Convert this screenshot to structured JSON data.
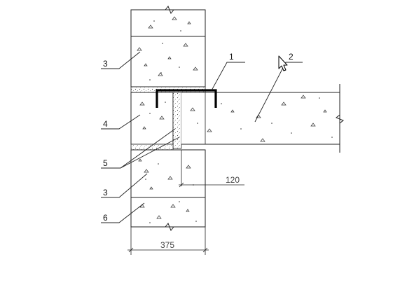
{
  "labels": {
    "l1": "1",
    "l2": "2",
    "l3_top": "3",
    "l4": "4",
    "l5": "5",
    "l3_bottom": "3",
    "l6": "6"
  },
  "dimensions": {
    "wall_width": "375",
    "offset": "120"
  },
  "colors": {
    "line": "#222222",
    "channel": "#000000",
    "mortar": "#bdbdbd",
    "background": "#ffffff"
  },
  "icons": {
    "cursor": "mouse-pointer-icon"
  }
}
